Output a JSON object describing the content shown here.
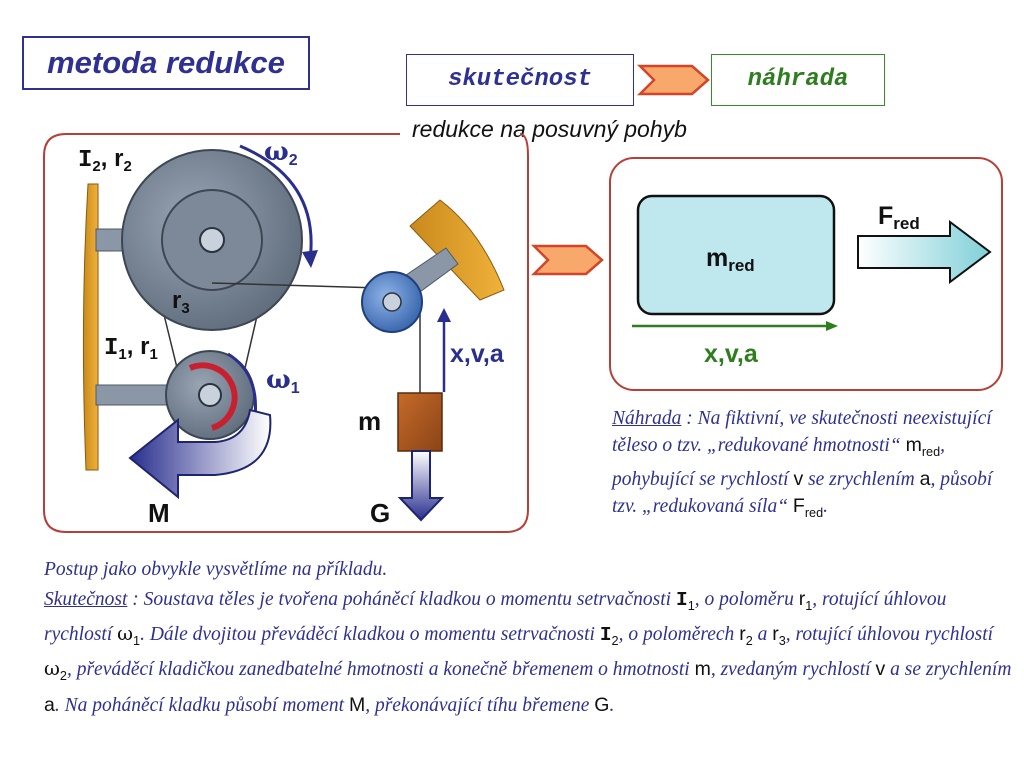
{
  "header": {
    "title": "metoda redukce",
    "reality": "skutečnost",
    "replacement": "náhrada",
    "subtitle": "redukce na posuvný pohyb"
  },
  "diagram": {
    "label_I": "I",
    "sub_2": "2",
    "sub_1": "2",
    "sub_3": "3",
    "sub_one": "1",
    "label_r": "r",
    "label_sep": ", ",
    "omega": "ω",
    "label_xva": "x,v,a",
    "label_m": "m",
    "label_M": "M",
    "label_G": "G"
  },
  "reduced": {
    "mass_main": "m",
    "mass_sub": "red",
    "force_main": "F",
    "force_sub": "red",
    "motion": "x,v,a"
  },
  "replacement_desc": {
    "term": "Náhrada",
    "t1": " : Na fiktivní, ve skutečnosti neexistující těleso o tzv. „redukované hmotnosti“ ",
    "m": "m",
    "m_sub": "red",
    "t2": ", pohybující se rychlostí ",
    "v": "v",
    "t3": " se zrychlením ",
    "a": "a",
    "t4": ", působí tzv. „redukovaná síla“ ",
    "F": "F",
    "F_sub": "red",
    "t5": "."
  },
  "main_desc": {
    "line0": "Postup jako obvykle vysvětlíme na příkladu.",
    "term": "Skutečnost",
    "t1": " : Soustava těles je tvořena poháněcí kladkou o momentu setrvačnosti ",
    "I": "I",
    "s1": "1",
    "t2": ", o poloměru ",
    "r": "r",
    "t3": ", rotující úhlovou rychlostí ",
    "w": "ω",
    "t4": ". Dále dvojitou převáděcí kladkou o momentu setrvačnosti ",
    "s2": "2",
    "t5": ", o poloměrech ",
    "t6": " a ",
    "s3": "3",
    "t7": ", rotující úhlovou rychlostí ",
    "t8": ", převáděcí kladičkou zanedbatelné hmotnosti a konečně břemenem o hmotnosti ",
    "m": "m",
    "t9": ", zvedaným rychlostí ",
    "v": "v",
    "t10": " a se zrychlením ",
    "a": "a",
    "t11": ". Na poháněcí kladku působí moment ",
    "M": "M",
    "t12": ", překonávající tíhu břemene ",
    "G": "G",
    "t13": "."
  },
  "colors": {
    "title_blue": "#2e3192",
    "green": "#2e7d1f",
    "frame_red": "#b5403a",
    "arrow_orange": "#f08a4b"
  }
}
